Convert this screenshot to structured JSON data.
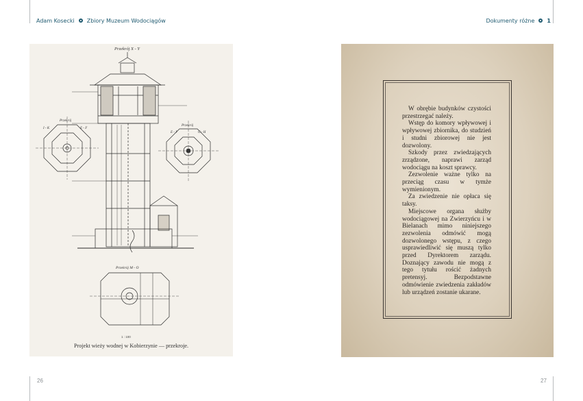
{
  "header": {
    "author": "Adam Kosecki",
    "series": "Zbiory Muzeum Wodociągów",
    "section": "Dokumenty różne",
    "section_number": "1"
  },
  "footer": {
    "page_left": "26",
    "page_right": "27"
  },
  "left_plate": {
    "caption": "Projekt wieży wodnej w Kobierzynie — przekroje.",
    "scale": "1 : 100",
    "labels": {
      "top": "Przekrój X - Y",
      "left_name": "Przekrój",
      "left_code": "I - K",
      "left_code2": "E - F",
      "right_name": "Przekrój",
      "right_code": "E - F",
      "right_code2": "G - H",
      "bottom_name": "Przekrój M - O"
    }
  },
  "right_plate": {
    "paragraphs": [
      "W obrębie budynków czystości przestrzegać należy.",
      "Wstęp do komory wpływowej i wpływowej zbiornika, do studzień i studni zbiorowej nie jest dozwolony.",
      "Szkody przez zwiedzających zrządzone, naprawi zarząd wodociągu na koszt sprawcy.",
      "Zezwolenie ważne tylko na przeciąg czasu w tymże wymienionym.",
      "Za zwiedzenie nie opłaca się taksy.",
      "Miejscowe organa służby wodociągowej na Zwierzyńcu i w Bielanach mimo niniejszego zezwolenia odmówić mogą dozwolonego wstępu, z czego usprawiedliwić się muszą tylko przed Dyrektorem zarządu. Doznający zawodu nie mogą z tego tytułu rościć żadnych pretensyj. Bezpodstawne odmówienie zwiedzenia zakładów lub urządzeń zostanie ukarane."
    ]
  }
}
